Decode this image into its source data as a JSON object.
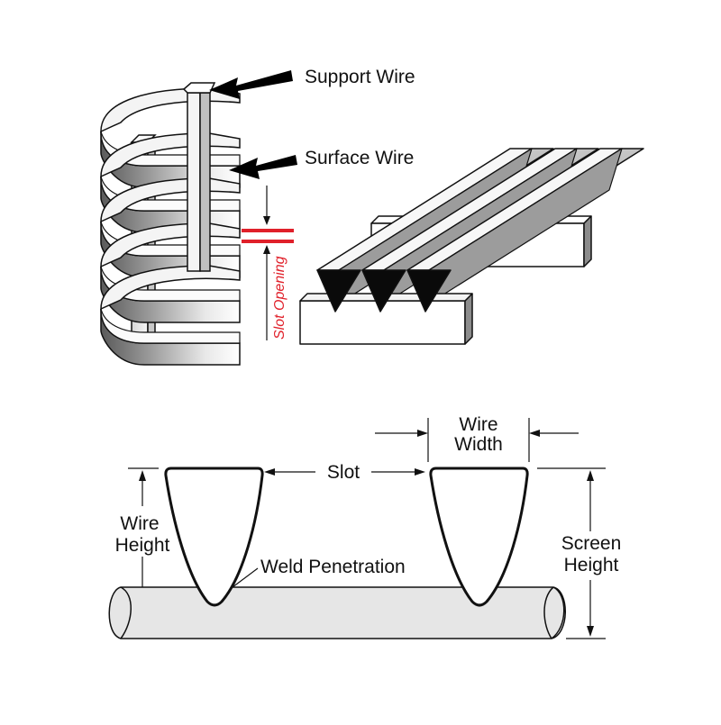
{
  "labels": {
    "support_wire": "Support Wire",
    "surface_wire": "Surface Wire",
    "slot_opening": "Slot Opening",
    "wire_width_1": "Wire",
    "wire_width_2": "Width",
    "slot": "Slot",
    "wire_height_1": "Wire",
    "wire_height_2": "Height",
    "weld_penetration": "Weld Penetration",
    "screen_height_1": "Screen",
    "screen_height_2": "Height"
  },
  "colors": {
    "accent": "#e0202a",
    "outline": "#111111",
    "metal_light": "#f2f2f2",
    "metal_dark": "#6f6f6f",
    "wire_face": "#e6e6e6"
  }
}
